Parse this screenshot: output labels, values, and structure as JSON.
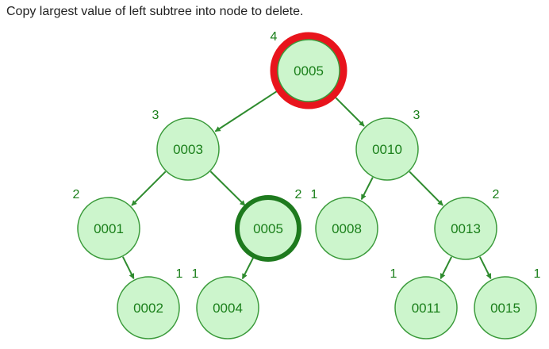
{
  "caption": "Copy largest value of left subtree into node to delete.",
  "colors": {
    "node_fill": "#ccf5cc",
    "node_stroke": "#3a9a3a",
    "text": "#1a7f1a",
    "edge": "#2e8b2e",
    "highlight_delete": "#e8141c",
    "highlight_max": "#1e7a1e"
  },
  "tree": {
    "nodes": [
      {
        "id": "n5a",
        "label": "0005",
        "height": "4",
        "highlight": "delete"
      },
      {
        "id": "n3",
        "label": "0003",
        "height": "3",
        "highlight": "none"
      },
      {
        "id": "n10",
        "label": "0010",
        "height": "3",
        "highlight": "none"
      },
      {
        "id": "n1",
        "label": "0001",
        "height": "2",
        "highlight": "none"
      },
      {
        "id": "n5b",
        "label": "0005",
        "height": "2",
        "highlight": "max"
      },
      {
        "id": "n8",
        "label": "0008",
        "height": "1",
        "highlight": "none"
      },
      {
        "id": "n13",
        "label": "0013",
        "height": "2",
        "highlight": "none"
      },
      {
        "id": "n2",
        "label": "0002",
        "height": "1",
        "highlight": "none"
      },
      {
        "id": "n4",
        "label": "0004",
        "height": "1",
        "highlight": "none"
      },
      {
        "id": "n11",
        "label": "0011",
        "height": "1",
        "highlight": "none"
      },
      {
        "id": "n15",
        "label": "0015",
        "height": "1",
        "highlight": "none"
      }
    ],
    "edges": [
      {
        "from": "n5a",
        "to": "n3"
      },
      {
        "from": "n5a",
        "to": "n10"
      },
      {
        "from": "n3",
        "to": "n1"
      },
      {
        "from": "n3",
        "to": "n5b"
      },
      {
        "from": "n10",
        "to": "n8"
      },
      {
        "from": "n10",
        "to": "n13"
      },
      {
        "from": "n1",
        "to": "n2"
      },
      {
        "from": "n5b",
        "to": "n4"
      },
      {
        "from": "n13",
        "to": "n11"
      },
      {
        "from": "n13",
        "to": "n15"
      }
    ]
  }
}
